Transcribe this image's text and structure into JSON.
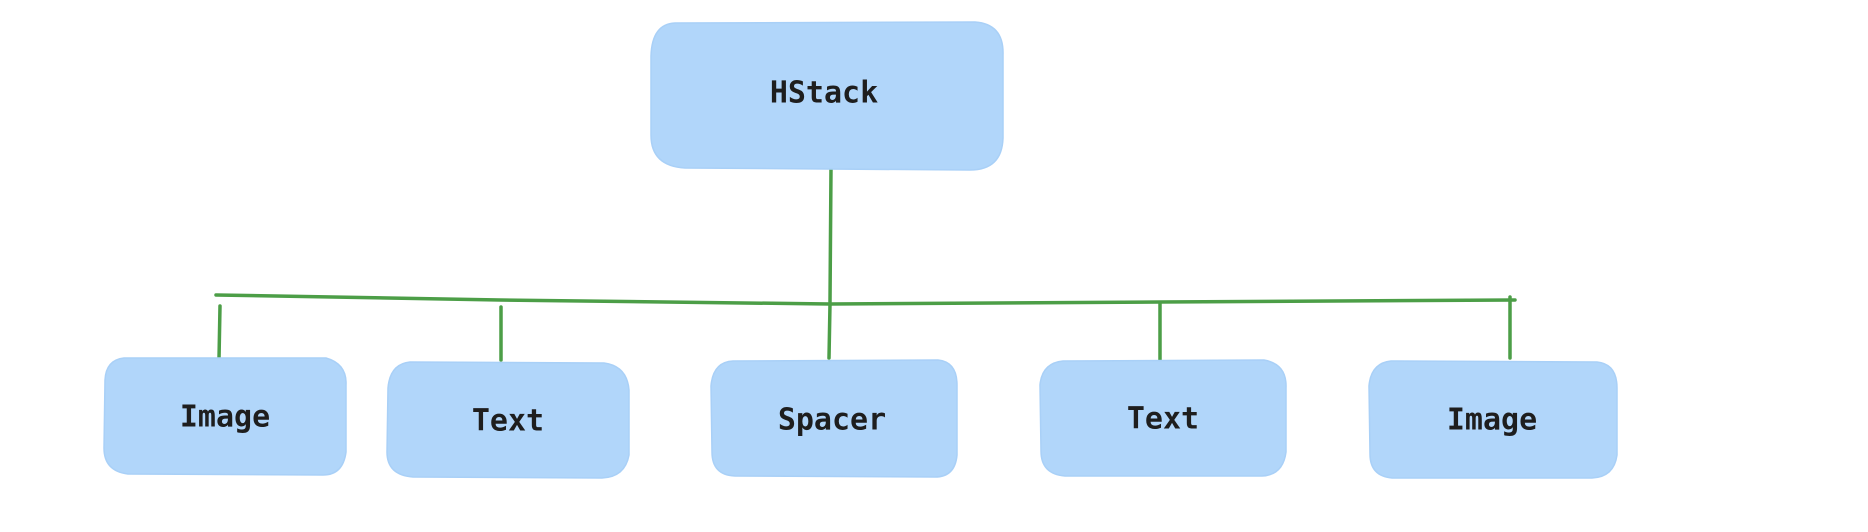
{
  "diagram": {
    "root": {
      "label": "HStack"
    },
    "children": [
      {
        "label": "Image"
      },
      {
        "label": "Text"
      },
      {
        "label": "Spacer"
      },
      {
        "label": "Text"
      },
      {
        "label": "Image"
      }
    ],
    "colors": {
      "node_fill": "#b1d6fa",
      "edge": "#4c9e47",
      "text": "#1e1e1e"
    }
  }
}
